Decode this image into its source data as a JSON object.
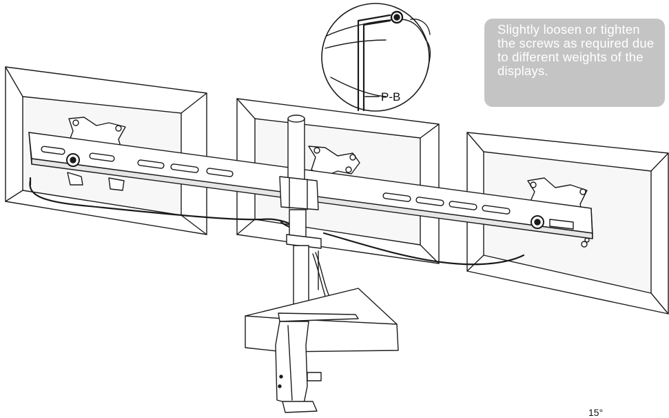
{
  "note": {
    "text": "Slightly loosen or tighten\nthe screws as required due\nto different weights of the\ndisplays."
  },
  "callout": {
    "tool_label": "P-B"
  },
  "corner_mark": "15°",
  "colors": {
    "line": "#1a1a1a",
    "monitor_fill": "#ffffff",
    "inner_frame": "#f2f2f2",
    "note_bg": "#c4c4c4",
    "note_text": "#ffffff"
  }
}
